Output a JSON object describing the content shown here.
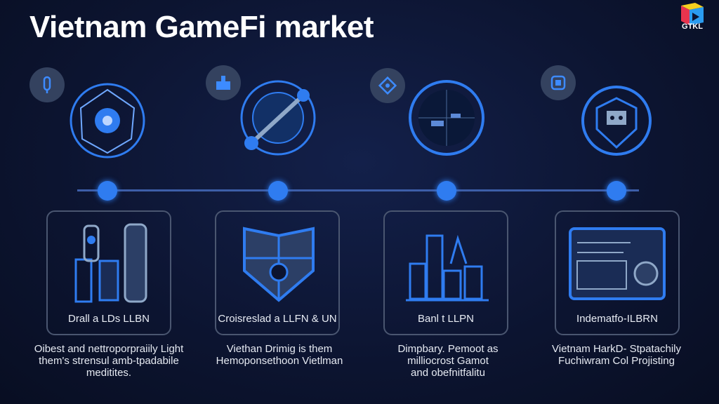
{
  "title": "Vietnam GameFi market",
  "logo": {
    "text": "GTKL"
  },
  "colors": {
    "accent": "#2f7cf0",
    "background": "#0c1430"
  },
  "steps": [
    {
      "icon": "controller-icon",
      "card_label": "Drall a LDs LLBN",
      "description": [
        "Oibest and nettroporpraiily Light",
        "them's strensul amb-tpadabile",
        "meditites."
      ]
    },
    {
      "icon": "shield-icon",
      "card_label": "Croisreslad a LLFN & UN",
      "description": [
        "Viethan Drimig is them",
        "Hemoponsethoon Vietlman"
      ]
    },
    {
      "icon": "city-growth-icon",
      "card_label": "Banl t LLPN",
      "description": [
        "Dimpbary. Pemoot as",
        "milliocrost Gamot",
        "and obefnitfalitu"
      ]
    },
    {
      "icon": "dashboard-icon",
      "card_label": "Indematfo-ILBRN",
      "description": [
        "Vietnam HarkD- Stpatachily",
        "Fuchiwram Col Projisting"
      ]
    }
  ]
}
